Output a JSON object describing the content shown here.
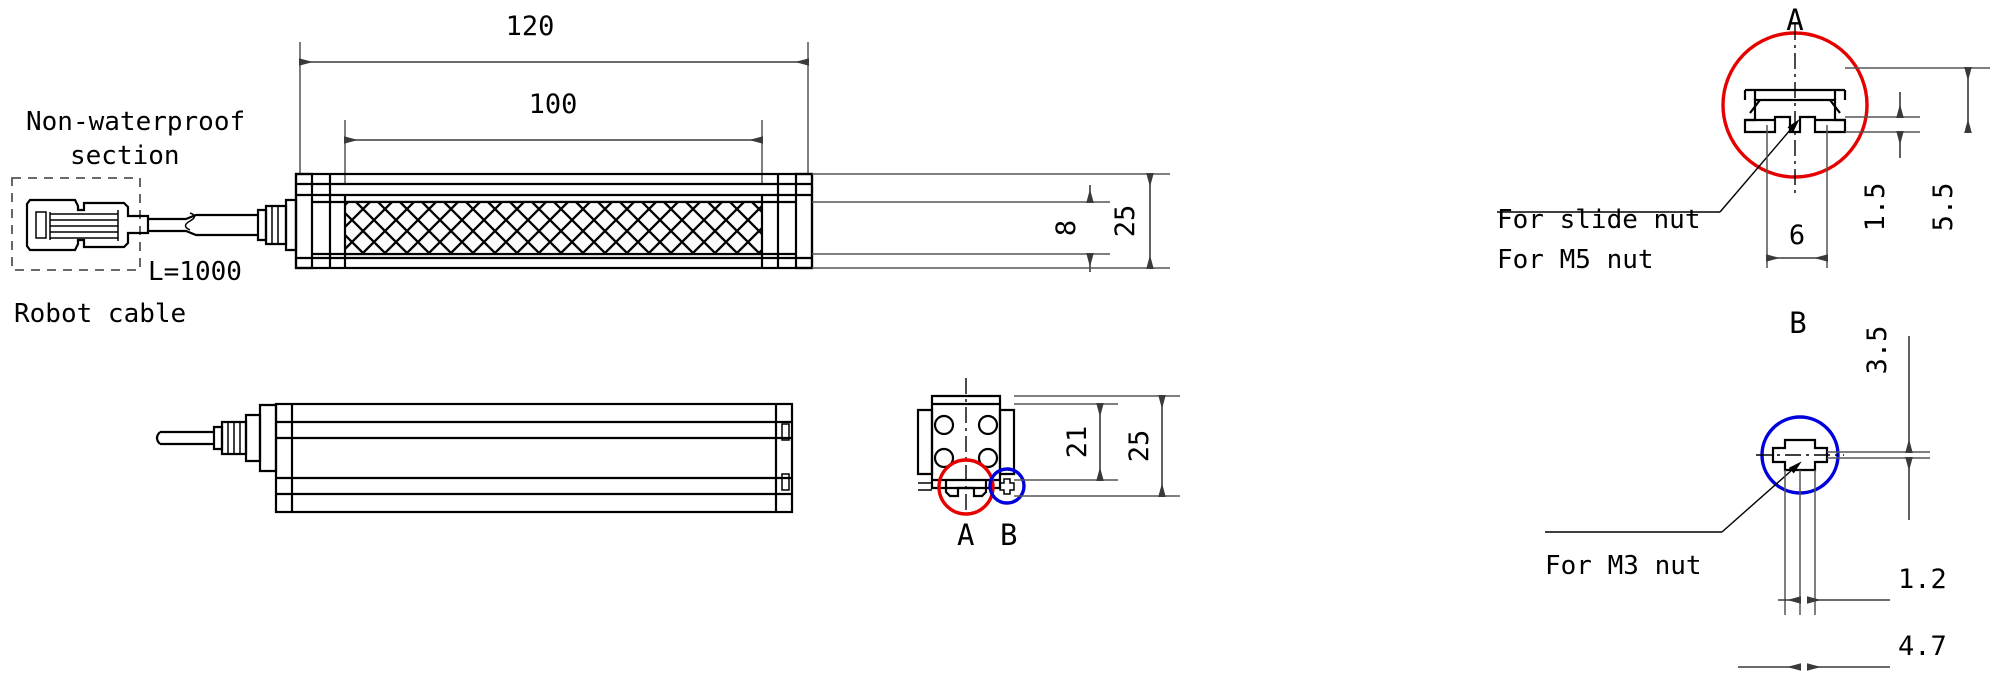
{
  "drawing": {
    "title": "Linear slide actuator outline dimension drawing",
    "units": "mm",
    "colors": {
      "detail_a_circle": "#e60000",
      "detail_b_circle": "#0000dd",
      "line": "#000000",
      "dimension": "#3a3a3a",
      "background": "#ffffff"
    }
  },
  "labels": {
    "non_waterproof_line1": "Non-waterproof",
    "non_waterproof_line2": "section",
    "cable_length": "L=1000",
    "robot_cable": "Robot cable",
    "for_slide_nut": "For slide nut",
    "for_m5_nut": "For M5 nut",
    "for_m3_nut": "For M3 nut",
    "detail_a_letter": "A",
    "detail_b_letter": "B",
    "section_a_letter": "A",
    "section_b_letter": "B"
  },
  "dimensions": {
    "overall_length": "120",
    "stroke_length": "100",
    "body_height": "25",
    "slot_height": "8",
    "section_height_21": "21",
    "section_height_25": "25",
    "detail_a_width_6": "6",
    "detail_a_height_1_5": "1.5",
    "detail_a_height_5_5": "5.5",
    "detail_b_height_3_5": "3.5",
    "detail_b_width_1_2": "1.2",
    "detail_b_width_4_7": "4.7"
  },
  "views": {
    "top_section": "Top sectional view with hatched interior",
    "side_view": "Side elevation view",
    "end_section": "End cross-section view",
    "detail_a": "Detail A enlarged T-slot profile",
    "detail_b": "Detail B enlarged cross slot profile"
  },
  "icons": {
    "connector": "connector-icon",
    "cable_break": "cable-break-icon",
    "arrow": "arrow-icon"
  }
}
